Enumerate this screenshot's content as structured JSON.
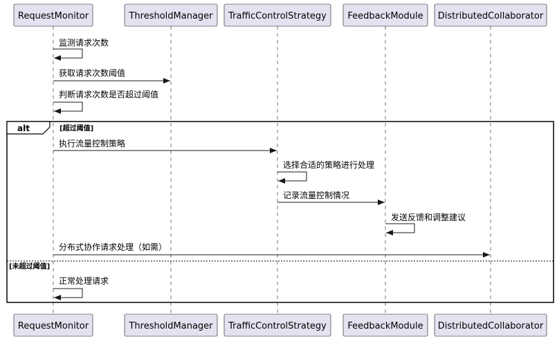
{
  "participants": [
    {
      "id": "rm",
      "name": "RequestMonitor"
    },
    {
      "id": "tm",
      "name": "ThresholdManager"
    },
    {
      "id": "tcs",
      "name": "TrafficControlStrategy"
    },
    {
      "id": "fm",
      "name": "FeedbackModule"
    },
    {
      "id": "dc",
      "name": "DistributedCollaborator"
    }
  ],
  "messages": [
    {
      "from": "rm",
      "to": "rm",
      "text": "监测请求次数"
    },
    {
      "from": "rm",
      "to": "tm",
      "text": "获取请求次数阈值"
    },
    {
      "from": "rm",
      "to": "rm",
      "text": "判断请求次数是否超过阈值"
    },
    {
      "from": "rm",
      "to": "tcs",
      "text": "执行流量控制策略"
    },
    {
      "from": "tcs",
      "to": "tcs",
      "text": "选择合适的策略进行处理"
    },
    {
      "from": "tcs",
      "to": "fm",
      "text": "记录流量控制情况"
    },
    {
      "from": "fm",
      "to": "fm",
      "text": "发送反馈和调整建议"
    },
    {
      "from": "rm",
      "to": "dc",
      "text": "分布式协作请求处理（如需）"
    },
    {
      "from": "rm",
      "to": "rm",
      "text": "正常处理请求"
    }
  ],
  "fragment": {
    "keyword": "alt",
    "guard_1": "[超过阈值]",
    "guard_2": "[未超过阈值]"
  },
  "colors": {
    "participant_fill": "#E2E2F0",
    "participant_border": "#181818",
    "lifeline": "#181818",
    "arrow": "#181818"
  }
}
